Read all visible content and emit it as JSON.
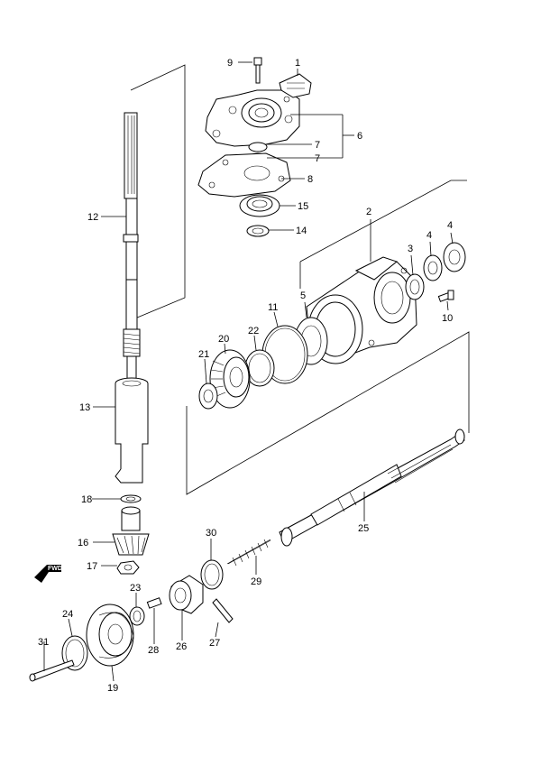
{
  "diagram": {
    "callouts": [
      "1",
      "2",
      "3",
      "4",
      "4",
      "5",
      "6",
      "7",
      "7",
      "8",
      "9",
      "10",
      "11",
      "12",
      "13",
      "14",
      "15",
      "16",
      "17",
      "18",
      "19",
      "20",
      "21",
      "22",
      "23",
      "24",
      "25",
      "26",
      "27",
      "28",
      "29",
      "30",
      "31"
    ],
    "forward_label": "FWD"
  }
}
